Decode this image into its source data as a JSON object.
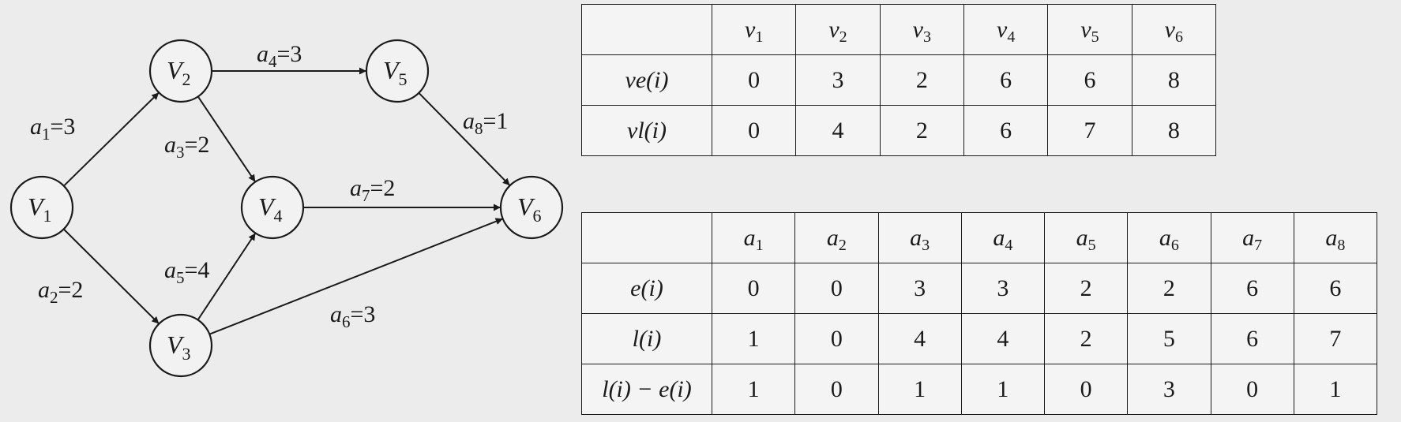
{
  "graph": {
    "vertices": [
      {
        "id": "V1",
        "base": "V",
        "sub": "1"
      },
      {
        "id": "V2",
        "base": "V",
        "sub": "2"
      },
      {
        "id": "V3",
        "base": "V",
        "sub": "3"
      },
      {
        "id": "V4",
        "base": "V",
        "sub": "4"
      },
      {
        "id": "V5",
        "base": "V",
        "sub": "5"
      },
      {
        "id": "V6",
        "base": "V",
        "sub": "6"
      }
    ],
    "edges": [
      {
        "name": "a",
        "sub": "1",
        "weight": "=3",
        "from": "V1",
        "to": "V2"
      },
      {
        "name": "a",
        "sub": "2",
        "weight": "=2",
        "from": "V1",
        "to": "V3"
      },
      {
        "name": "a",
        "sub": "3",
        "weight": "=2",
        "from": "V2",
        "to": "V4"
      },
      {
        "name": "a",
        "sub": "4",
        "weight": "=3",
        "from": "V2",
        "to": "V5"
      },
      {
        "name": "a",
        "sub": "5",
        "weight": "=4",
        "from": "V3",
        "to": "V4"
      },
      {
        "name": "a",
        "sub": "6",
        "weight": "=3",
        "from": "V3",
        "to": "V6"
      },
      {
        "name": "a",
        "sub": "7",
        "weight": "=2",
        "from": "V4",
        "to": "V6"
      },
      {
        "name": "a",
        "sub": "8",
        "weight": "=1",
        "from": "V5",
        "to": "V6"
      }
    ]
  },
  "vertex_table": {
    "headers": [
      {
        "base": "v",
        "sub": "1"
      },
      {
        "base": "v",
        "sub": "2"
      },
      {
        "base": "v",
        "sub": "3"
      },
      {
        "base": "v",
        "sub": "4"
      },
      {
        "base": "v",
        "sub": "5"
      },
      {
        "base": "v",
        "sub": "6"
      }
    ],
    "rows": [
      {
        "label": "ve(i)",
        "values": [
          "0",
          "3",
          "2",
          "6",
          "6",
          "8"
        ]
      },
      {
        "label": "vl(i)",
        "values": [
          "0",
          "4",
          "2",
          "6",
          "7",
          "8"
        ]
      }
    ]
  },
  "activity_table": {
    "headers": [
      {
        "base": "a",
        "sub": "1"
      },
      {
        "base": "a",
        "sub": "2"
      },
      {
        "base": "a",
        "sub": "3"
      },
      {
        "base": "a",
        "sub": "4"
      },
      {
        "base": "a",
        "sub": "5"
      },
      {
        "base": "a",
        "sub": "6"
      },
      {
        "base": "a",
        "sub": "7"
      },
      {
        "base": "a",
        "sub": "8"
      }
    ],
    "rows": [
      {
        "label": "e(i)",
        "values": [
          "0",
          "0",
          "3",
          "3",
          "2",
          "2",
          "6",
          "6"
        ]
      },
      {
        "label": "l(i)",
        "values": [
          "1",
          "0",
          "4",
          "4",
          "2",
          "5",
          "6",
          "7"
        ]
      },
      {
        "label": "l(i) − e(i)",
        "values": [
          "1",
          "0",
          "1",
          "1",
          "0",
          "3",
          "0",
          "1"
        ]
      }
    ]
  }
}
